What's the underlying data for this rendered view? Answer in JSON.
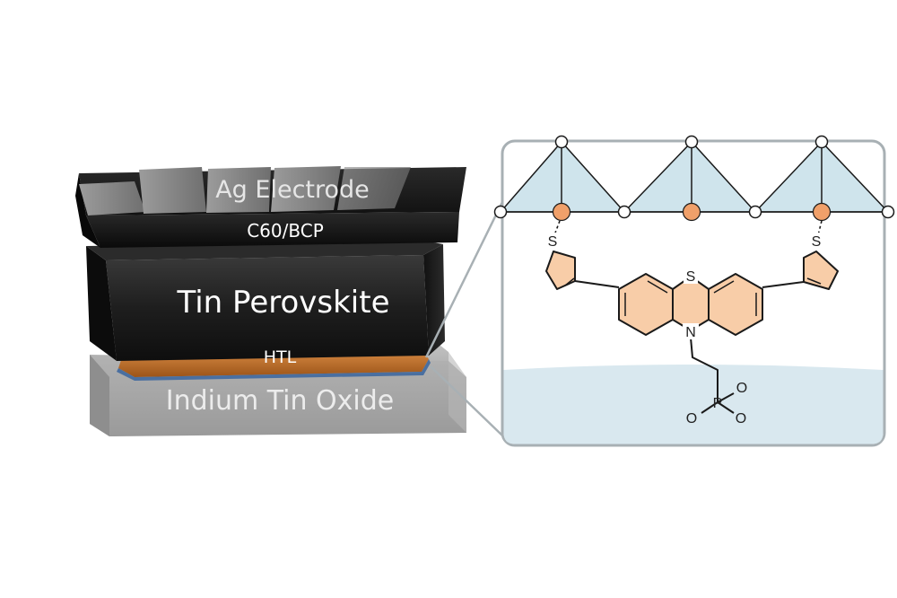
{
  "device": {
    "layers": {
      "electrode": "Ag Electrode",
      "etl": "C60/BCP",
      "perovskite": "Tin Perovskite",
      "htl": "HTL",
      "substrate": "Indium Tin Oxide"
    }
  },
  "molecule": {
    "atoms": {
      "sulfur_left": "S",
      "sulfur_right": "S",
      "sulfur_center": "S",
      "nitrogen": "N",
      "phosphorus": "P",
      "oxygen_top": "O",
      "oxygen_right": "O",
      "oxygen_left": "O"
    }
  },
  "colors": {
    "electrode_black": "#1a1a1a",
    "electrode_strip": "#8a8a8a",
    "htl_orange": "#c8752a",
    "substrate_gray": "#a8a8a8",
    "tetrahedron_fill": "#cfe4ec",
    "tin_node": "#f0a06a",
    "molecule_fill": "#f8cda8",
    "substrate_zone": "#d9e8ef"
  }
}
